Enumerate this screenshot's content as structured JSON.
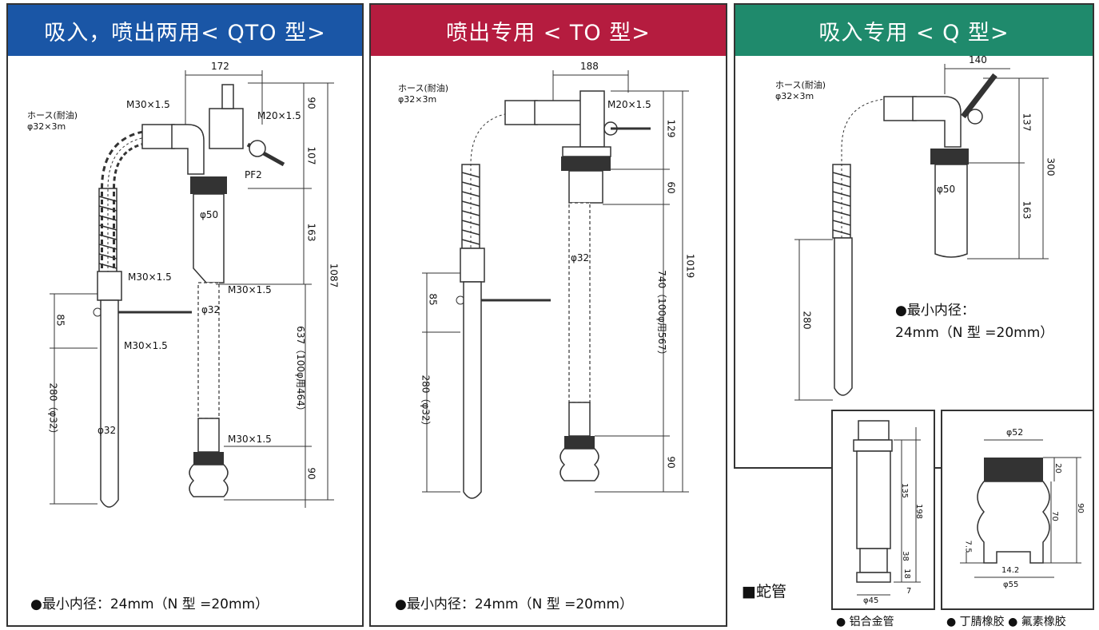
{
  "colors": {
    "blue": "#1a56a6",
    "red": "#b51c3f",
    "green": "#1f8a6c"
  },
  "panels": [
    {
      "title": "吸入，喷出两用< QTO 型>",
      "note": "●最小内径：24mm（N 型 =20mm）"
    },
    {
      "title": "喷出专用 < TO 型>",
      "note": "●最小内径：24mm（N 型 =20mm）"
    },
    {
      "title": "吸入专用 < Q 型>",
      "note_line1": "●最小内径：",
      "note_line2": "24mm（N 型 =20mm）"
    }
  ],
  "labels": {
    "hose": "ホース(耐油)",
    "hose_size": "φ32×3m",
    "m30": "M30×1.5",
    "m20": "M20×1.5",
    "pf2": "PF2",
    "d50": "φ50",
    "d32": "φ32",
    "dim172": "172",
    "dim188": "188",
    "dim140": "140",
    "dim90": "90",
    "dim107": "107",
    "dim163": "163",
    "dim1087": "1087",
    "dim637": "637（100φ用464）",
    "dim85": "85",
    "dim280": "280（φ32）",
    "dim129": "129",
    "dim60": "60",
    "dim1019": "1019",
    "dim740": "740（100φ用567）",
    "dim137": "137",
    "dim300": "300",
    "dim280s": "280",
    "d52": "φ52",
    "d55": "φ55",
    "d45": "φ45",
    "d142": "14.2",
    "dim20": "20",
    "dim70": "70",
    "dim75": "7.5",
    "dim135": "135",
    "dim198": "198",
    "dim38": "38",
    "dim18": "18",
    "dim7": "7"
  },
  "snake_label": "■蛇管",
  "material_1": "● 铝合金管",
  "material_2": "● 丁腈橡胶 ● 氟素橡胶"
}
